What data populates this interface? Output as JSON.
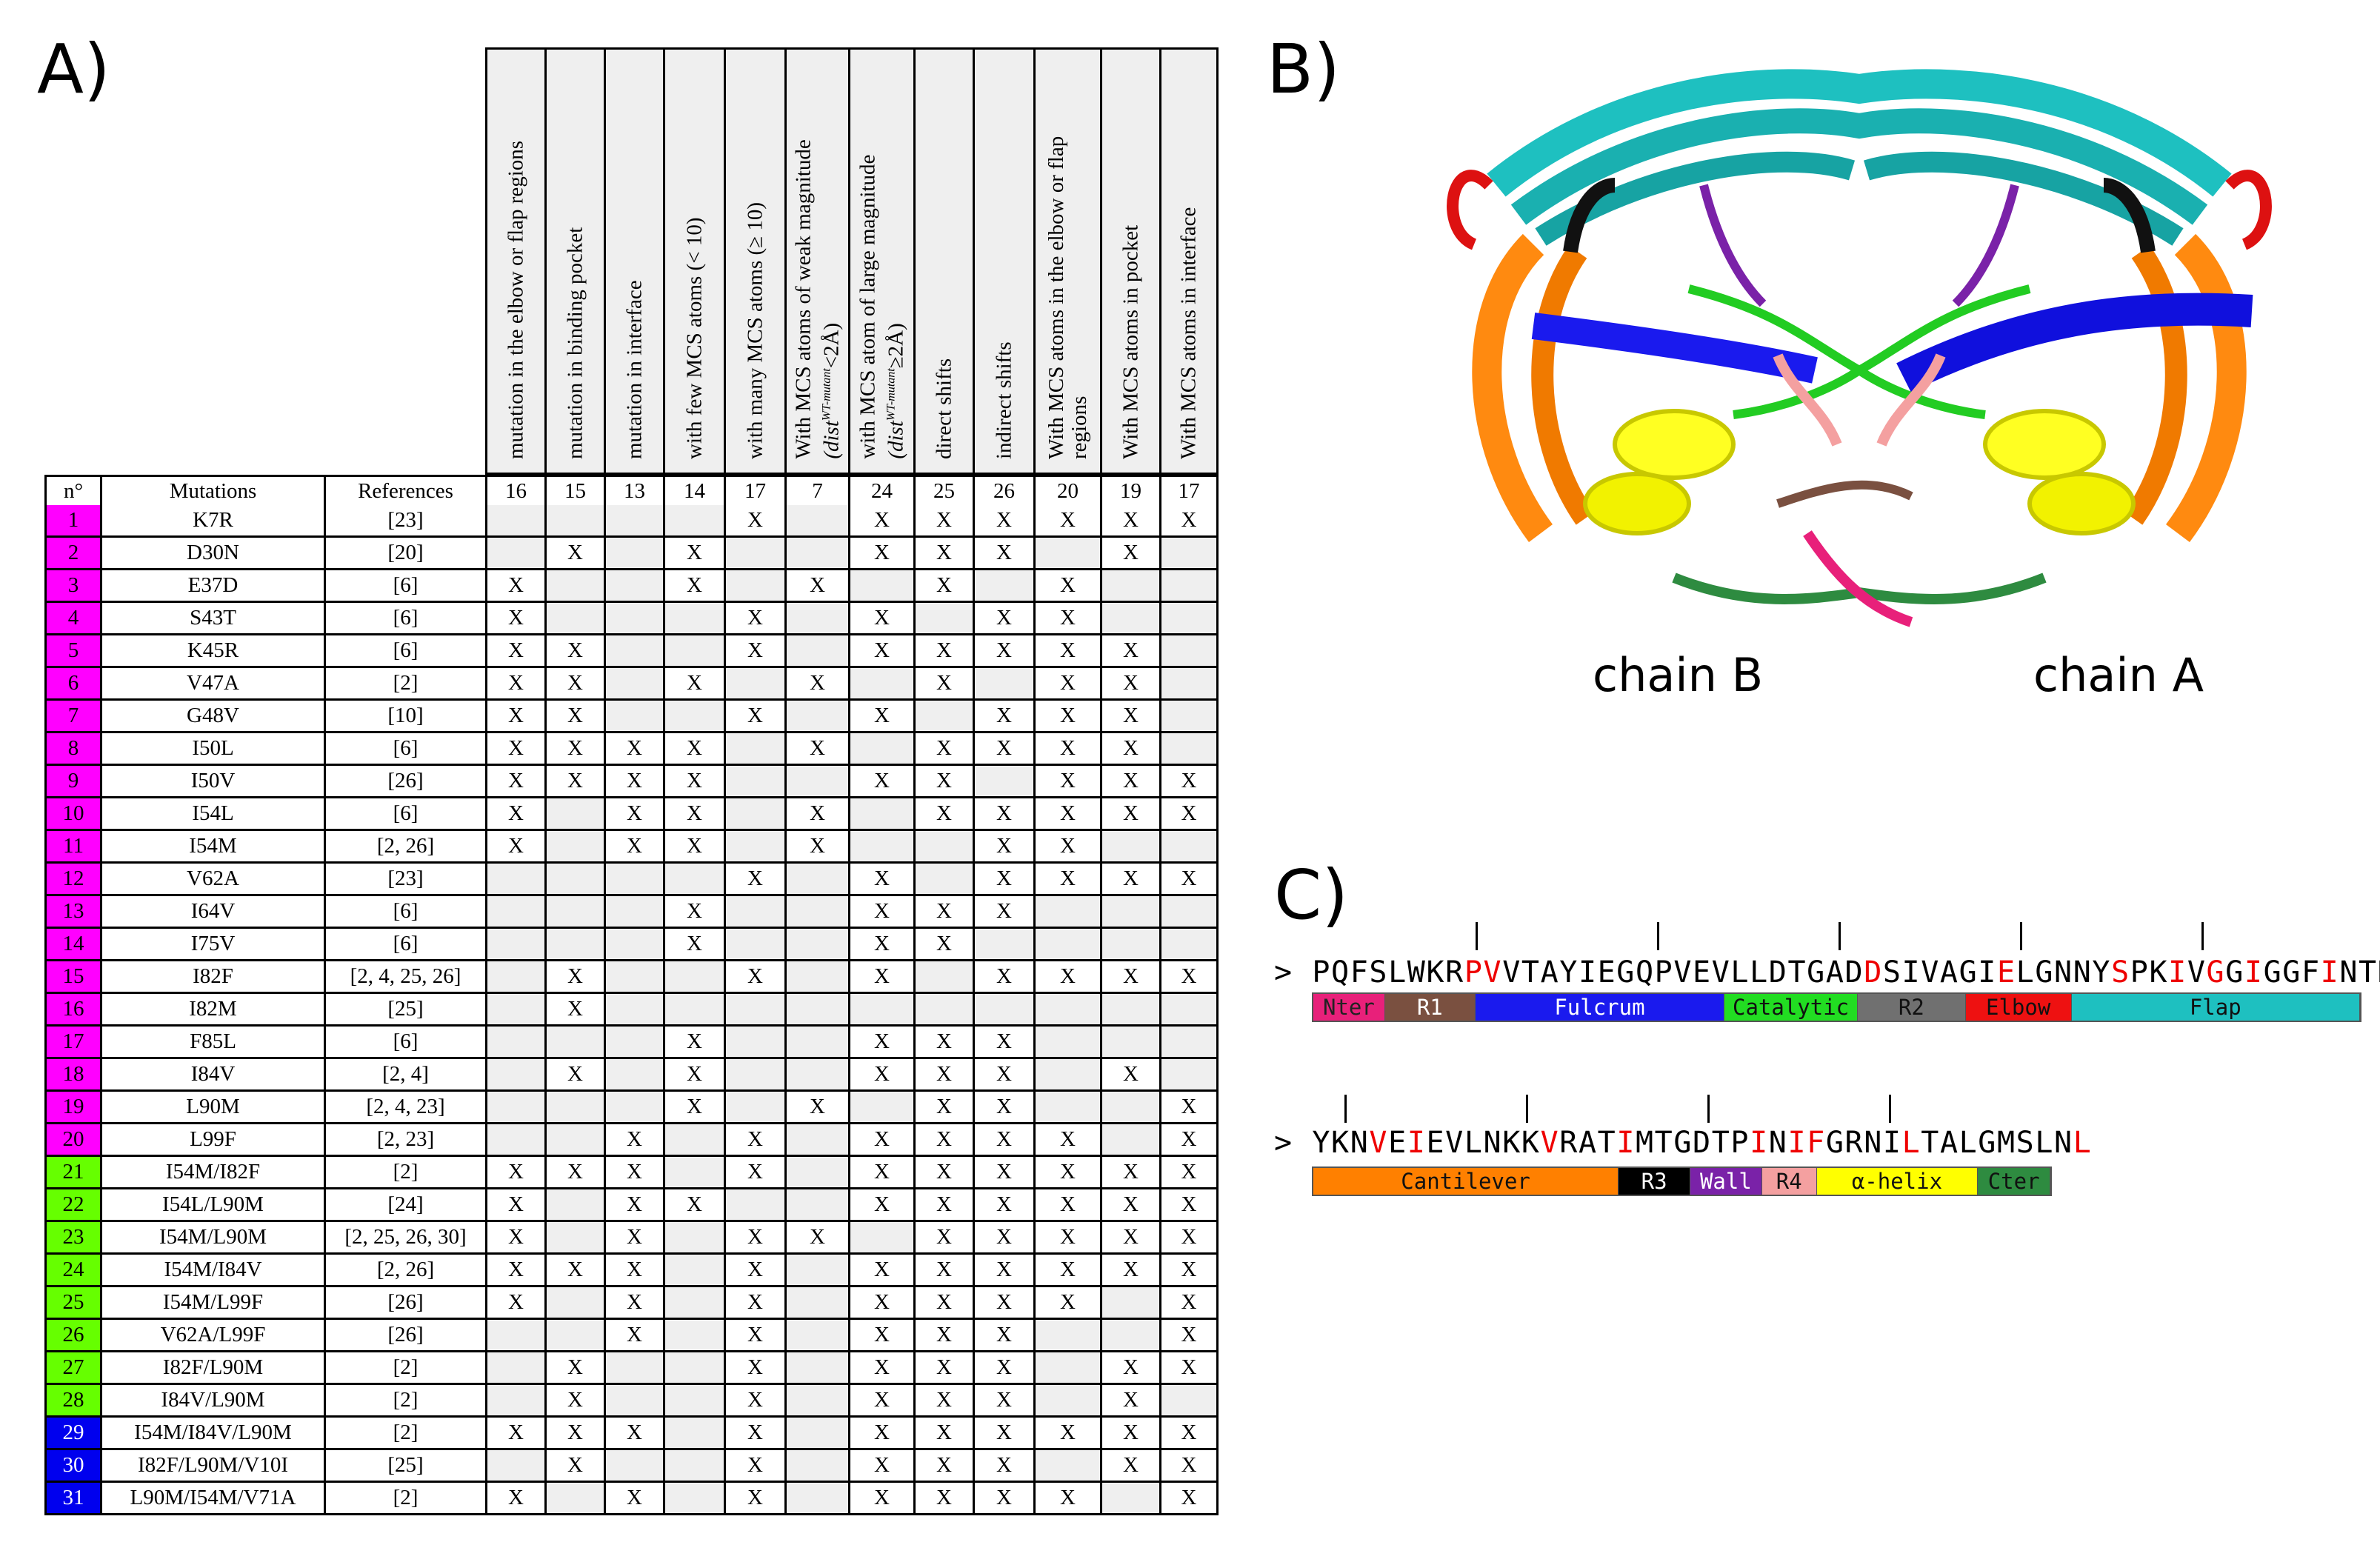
{
  "panel_labels": {
    "a": "A)",
    "b": "B)",
    "c": "C)"
  },
  "table": {
    "column_headers": [
      [
        "mutation in the elbow or flap regions"
      ],
      [
        "mutation in binding pocket"
      ],
      [
        "mutation in interface"
      ],
      [
        "with few MCS atoms (< 10)"
      ],
      [
        "with many MCS atoms (≥ 10)"
      ],
      [
        "With MCS atoms of weak magnitude",
        "(dist",
        "WT-mutant",
        "<2Å)"
      ],
      [
        "with  MCS  atom  of  large magnitude",
        "(dist",
        "WT-mutant",
        "≥2Å)"
      ],
      [
        "direct shifts"
      ],
      [
        "indirect shifts"
      ],
      [
        "With MCS atoms in the  elbow or flap",
        "regions"
      ],
      [
        "With MCS atoms in pocket"
      ],
      [
        "With MCS atoms in interface"
      ]
    ],
    "left_headers": [
      "n°",
      "Mutations",
      "References"
    ],
    "column_counts": [
      "16",
      "15",
      "13",
      "14",
      "17",
      "7",
      "24",
      "25",
      "26",
      "20",
      "19",
      "17"
    ],
    "mark": "X",
    "rows": [
      {
        "n": "1",
        "mut": "K7R",
        "ref": "[23]",
        "group": "magenta",
        "x": [
          0,
          0,
          0,
          0,
          1,
          0,
          1,
          1,
          1,
          1,
          1,
          1
        ]
      },
      {
        "n": "2",
        "mut": "D30N",
        "ref": "[20]",
        "group": "magenta",
        "x": [
          0,
          1,
          0,
          1,
          0,
          0,
          1,
          1,
          1,
          0,
          1,
          0
        ]
      },
      {
        "n": "3",
        "mut": "E37D",
        "ref": "[6]",
        "group": "magenta",
        "x": [
          1,
          0,
          0,
          1,
          0,
          1,
          0,
          1,
          0,
          1,
          0,
          0
        ]
      },
      {
        "n": "4",
        "mut": "S43T",
        "ref": "[6]",
        "group": "magenta",
        "x": [
          1,
          0,
          0,
          0,
          1,
          0,
          1,
          0,
          1,
          1,
          0,
          0
        ]
      },
      {
        "n": "5",
        "mut": "K45R",
        "ref": "[6]",
        "group": "magenta",
        "x": [
          1,
          1,
          0,
          0,
          1,
          0,
          1,
          1,
          1,
          1,
          1,
          0
        ]
      },
      {
        "n": "6",
        "mut": "V47A",
        "ref": "[2]",
        "group": "magenta",
        "x": [
          1,
          1,
          0,
          1,
          0,
          1,
          0,
          1,
          0,
          1,
          1,
          0
        ]
      },
      {
        "n": "7",
        "mut": "G48V",
        "ref": "[10]",
        "group": "magenta",
        "x": [
          1,
          1,
          0,
          0,
          1,
          0,
          1,
          0,
          1,
          1,
          1,
          0
        ]
      },
      {
        "n": "8",
        "mut": "I50L",
        "ref": "[6]",
        "group": "magenta",
        "x": [
          1,
          1,
          1,
          1,
          0,
          1,
          0,
          1,
          1,
          1,
          1,
          0
        ]
      },
      {
        "n": "9",
        "mut": "I50V",
        "ref": "[26]",
        "group": "magenta",
        "x": [
          1,
          1,
          1,
          1,
          0,
          0,
          1,
          1,
          0,
          1,
          1,
          1
        ]
      },
      {
        "n": "10",
        "mut": "I54L",
        "ref": "[6]",
        "group": "magenta",
        "x": [
          1,
          0,
          1,
          1,
          0,
          1,
          0,
          1,
          1,
          1,
          1,
          1
        ]
      },
      {
        "n": "11",
        "mut": "I54M",
        "ref": "[2, 26]",
        "group": "magenta",
        "x": [
          1,
          0,
          1,
          1,
          0,
          1,
          0,
          0,
          1,
          1,
          0,
          0
        ]
      },
      {
        "n": "12",
        "mut": "V62A",
        "ref": "[23]",
        "group": "magenta",
        "x": [
          0,
          0,
          0,
          0,
          1,
          0,
          1,
          0,
          1,
          1,
          1,
          1
        ]
      },
      {
        "n": "13",
        "mut": "I64V",
        "ref": "[6]",
        "group": "magenta",
        "x": [
          0,
          0,
          0,
          1,
          0,
          0,
          1,
          1,
          1,
          0,
          0,
          0
        ]
      },
      {
        "n": "14",
        "mut": "I75V",
        "ref": "[6]",
        "group": "magenta",
        "x": [
          0,
          0,
          0,
          1,
          0,
          0,
          1,
          1,
          0,
          0,
          0,
          0
        ]
      },
      {
        "n": "15",
        "mut": "I82F",
        "ref": "[2, 4, 25,  26]",
        "group": "magenta",
        "x": [
          0,
          1,
          0,
          0,
          1,
          0,
          1,
          0,
          1,
          1,
          1,
          1
        ]
      },
      {
        "n": "16",
        "mut": "I82M",
        "ref": "[25]",
        "group": "magenta",
        "x": [
          0,
          1,
          0,
          0,
          0,
          0,
          0,
          0,
          0,
          0,
          0,
          0
        ]
      },
      {
        "n": "17",
        "mut": "F85L",
        "ref": "[6]",
        "group": "magenta",
        "x": [
          0,
          0,
          0,
          1,
          0,
          0,
          1,
          1,
          1,
          0,
          0,
          0
        ]
      },
      {
        "n": "18",
        "mut": "I84V",
        "ref": "[2, 4]",
        "group": "magenta",
        "x": [
          0,
          1,
          0,
          1,
          0,
          0,
          1,
          1,
          1,
          0,
          1,
          0
        ]
      },
      {
        "n": "19",
        "mut": "L90M",
        "ref": "[2, 4, 23]",
        "group": "magenta",
        "x": [
          0,
          0,
          0,
          1,
          0,
          1,
          0,
          1,
          1,
          0,
          0,
          1
        ]
      },
      {
        "n": "20",
        "mut": "L99F",
        "ref": "[2, 23]",
        "group": "magenta",
        "x": [
          0,
          0,
          1,
          0,
          1,
          0,
          1,
          1,
          1,
          1,
          0,
          1
        ]
      },
      {
        "n": "21",
        "mut": "I54M/I82F",
        "ref": "[2]",
        "group": "green",
        "x": [
          1,
          1,
          1,
          0,
          1,
          0,
          1,
          1,
          1,
          1,
          1,
          1
        ]
      },
      {
        "n": "22",
        "mut": "I54L/L90M",
        "ref": "[24]",
        "group": "green",
        "x": [
          1,
          0,
          1,
          1,
          0,
          0,
          1,
          1,
          1,
          1,
          1,
          1
        ]
      },
      {
        "n": "23",
        "mut": "I54M/L90M",
        "ref": "[2, 25, 26, 30]",
        "group": "green",
        "x": [
          1,
          0,
          1,
          0,
          1,
          1,
          0,
          1,
          1,
          1,
          1,
          1
        ]
      },
      {
        "n": "24",
        "mut": "I54M/I84V",
        "ref": "[2, 26]",
        "group": "green",
        "x": [
          1,
          1,
          1,
          0,
          1,
          0,
          1,
          1,
          1,
          1,
          1,
          1
        ]
      },
      {
        "n": "25",
        "mut": "I54M/L99F",
        "ref": "[26]",
        "group": "green",
        "x": [
          1,
          0,
          1,
          0,
          1,
          0,
          1,
          1,
          1,
          1,
          0,
          1
        ]
      },
      {
        "n": "26",
        "mut": "V62A/L99F",
        "ref": "[26]",
        "group": "green",
        "x": [
          0,
          0,
          1,
          0,
          1,
          0,
          1,
          1,
          1,
          0,
          0,
          1
        ]
      },
      {
        "n": "27",
        "mut": "I82F/L90M",
        "ref": "[2]",
        "group": "green",
        "x": [
          0,
          1,
          0,
          0,
          1,
          0,
          1,
          1,
          1,
          0,
          1,
          1
        ]
      },
      {
        "n": "28",
        "mut": "I84V/L90M",
        "ref": "[2]",
        "group": "green",
        "x": [
          0,
          1,
          0,
          0,
          1,
          0,
          1,
          1,
          1,
          0,
          1,
          0
        ]
      },
      {
        "n": "29",
        "mut": "I54M/I84V/L90M",
        "ref": "[2]",
        "group": "blue",
        "x": [
          1,
          1,
          1,
          0,
          1,
          0,
          1,
          1,
          1,
          1,
          1,
          1
        ]
      },
      {
        "n": "30",
        "mut": "I82F/L90M/V10I",
        "ref": "[25]",
        "group": "blue",
        "x": [
          0,
          1,
          0,
          0,
          1,
          0,
          1,
          1,
          1,
          0,
          1,
          1
        ]
      },
      {
        "n": "31",
        "mut": "L90M/I54M/V71A",
        "ref": "[2]",
        "group": "blue",
        "x": [
          1,
          0,
          1,
          0,
          1,
          0,
          1,
          1,
          1,
          1,
          0,
          1
        ]
      }
    ]
  },
  "structure": {
    "chain_b": "chain B",
    "chain_a": "chain A"
  },
  "sequence": {
    "prompt": ">",
    "line1": [
      [
        "PQFSLWKR",
        0
      ],
      [
        "P",
        1
      ],
      [
        "V",
        1
      ],
      [
        "VTAYIEGQPVEVLLDTGAD",
        0
      ],
      [
        "D",
        1
      ],
      [
        "SIVAGI",
        0
      ],
      [
        "E",
        1
      ],
      [
        "LGNNY",
        0
      ],
      [
        "S",
        1
      ],
      [
        "PK",
        0
      ],
      [
        "I",
        1
      ],
      [
        "V",
        0
      ],
      [
        "G",
        1
      ],
      [
        "G",
        0
      ],
      [
        "I",
        1
      ],
      [
        "GGF",
        0
      ],
      [
        "I",
        1
      ],
      [
        "NTKE",
        0
      ]
    ],
    "line2": [
      [
        "YKN",
        0
      ],
      [
        "V",
        1
      ],
      [
        "E",
        0
      ],
      [
        "I",
        1
      ],
      [
        "EVLNKK",
        0
      ],
      [
        "V",
        1
      ],
      [
        "RAT",
        0
      ],
      [
        "I",
        1
      ],
      [
        "MTGDTP",
        0
      ],
      [
        "I",
        1
      ],
      [
        "N",
        0
      ],
      [
        "IF",
        1
      ],
      [
        "GRNI",
        0
      ],
      [
        "L",
        1
      ],
      [
        "TALGMSLN",
        0
      ],
      [
        "L",
        1
      ]
    ],
    "regions1": [
      {
        "label": "Nter",
        "color": "#e8207a",
        "text": "#222"
      },
      {
        "label": "R1",
        "color": "#7a5040",
        "text": "#fff"
      },
      {
        "label": "Fulcrum",
        "color": "#1a1aee",
        "text": "#fff"
      },
      {
        "label": "Catalytic",
        "color": "#22dd22",
        "text": "#111"
      },
      {
        "label": "R2",
        "color": "#707070",
        "text": "#111"
      },
      {
        "label": "Elbow",
        "color": "#ee1111",
        "text": "#111"
      },
      {
        "label": "Flap",
        "color": "#1ec0c0",
        "text": "#111"
      }
    ],
    "regions2": [
      {
        "label": "Cantilever",
        "color": "#ff8000",
        "text": "#111"
      },
      {
        "label": "R3",
        "color": "#000000",
        "text": "#fff"
      },
      {
        "label": "Wall",
        "color": "#7a22a8",
        "text": "#fff"
      },
      {
        "label": "R4",
        "color": "#f4a0a0",
        "text": "#111"
      },
      {
        "label": "α-helix",
        "color": "#ffff00",
        "text": "#111"
      },
      {
        "label": "Cter",
        "color": "#2e8b40",
        "text": "#111"
      }
    ]
  }
}
